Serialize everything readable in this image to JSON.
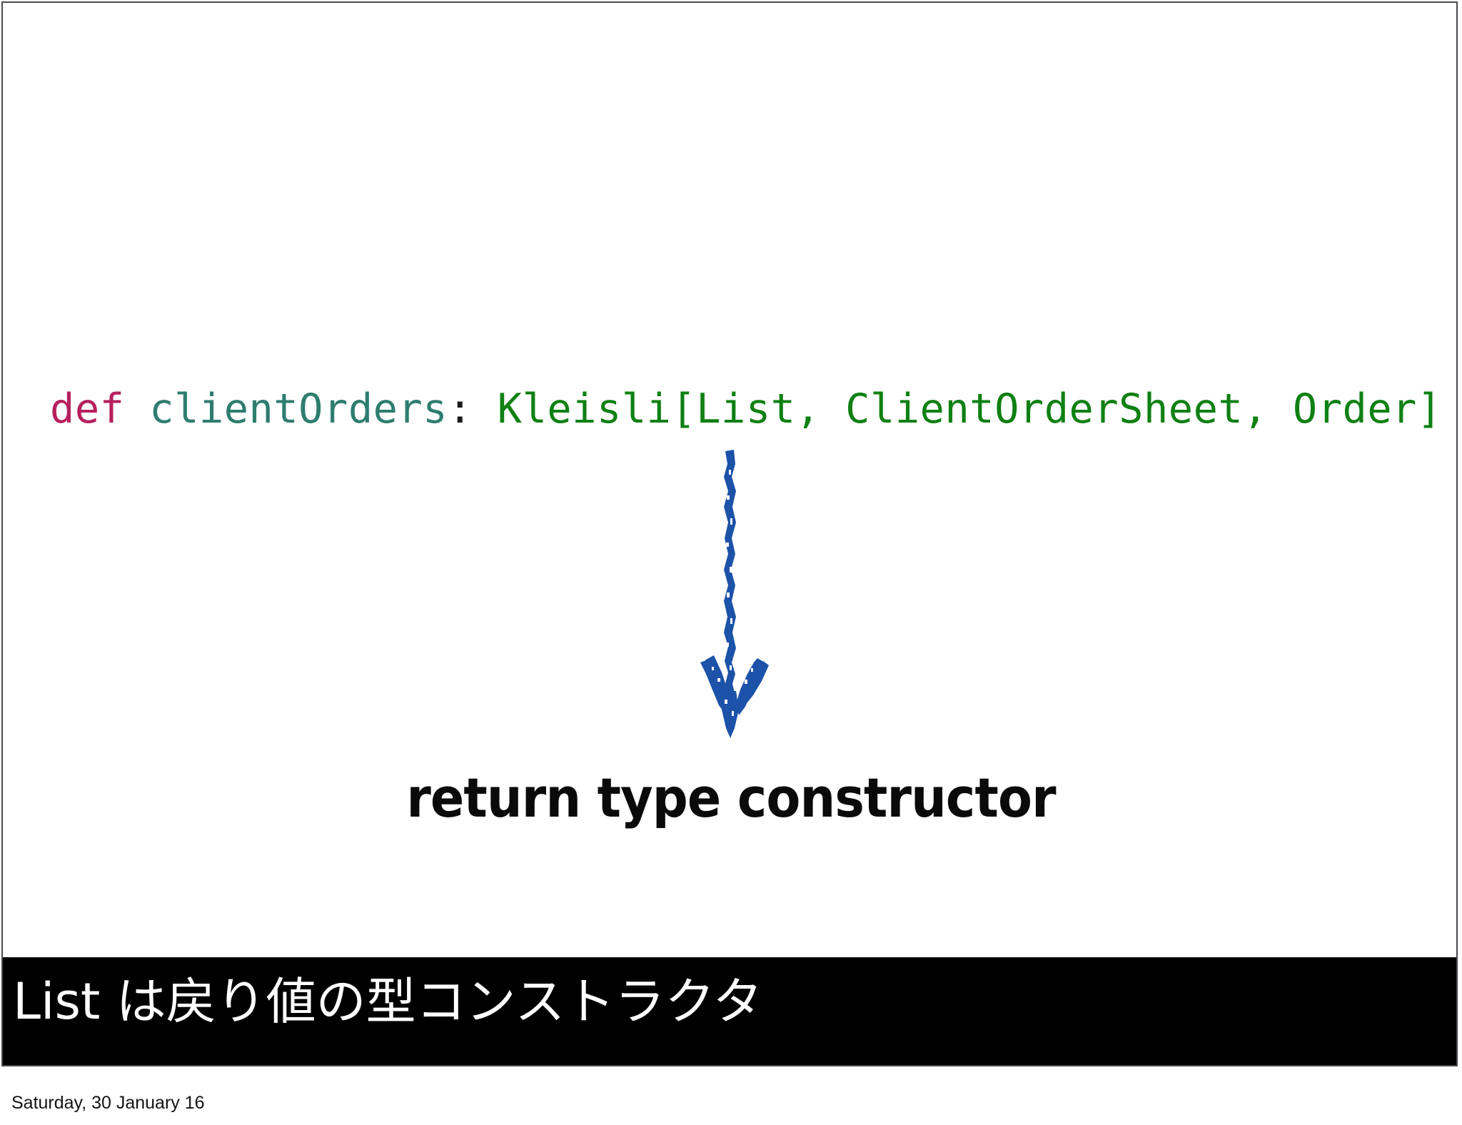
{
  "slide": {
    "background_color": "#ffffff",
    "border_color": "#4a4a4f"
  },
  "code": {
    "full_text": "def clientOrders: Kleisli[List, ClientOrderSheet, Order]",
    "tokens": {
      "keyword": "def",
      "space1": " ",
      "identifier": "clientOrders",
      "colon": ":",
      "space2": " ",
      "type_expression": "Kleisli[List, ClientOrderSheet, Order]"
    },
    "colors": {
      "keyword": "#b5205c",
      "identifier": "#2e7d6e",
      "punctuation": "#1a1a1a",
      "type_expression": "#0f8013"
    }
  },
  "arrow": {
    "direction": "down",
    "color": "#1c52a8",
    "style": "hand-drawn"
  },
  "caption": {
    "text": "return type constructor",
    "color": "#0a0a0a"
  },
  "banner": {
    "text": "List は戻り値の型コンストラクタ",
    "background_color": "#000000",
    "text_color": "#ffffff"
  },
  "footer": {
    "date": "Saturday, 30 January 16",
    "color": "#141414"
  }
}
